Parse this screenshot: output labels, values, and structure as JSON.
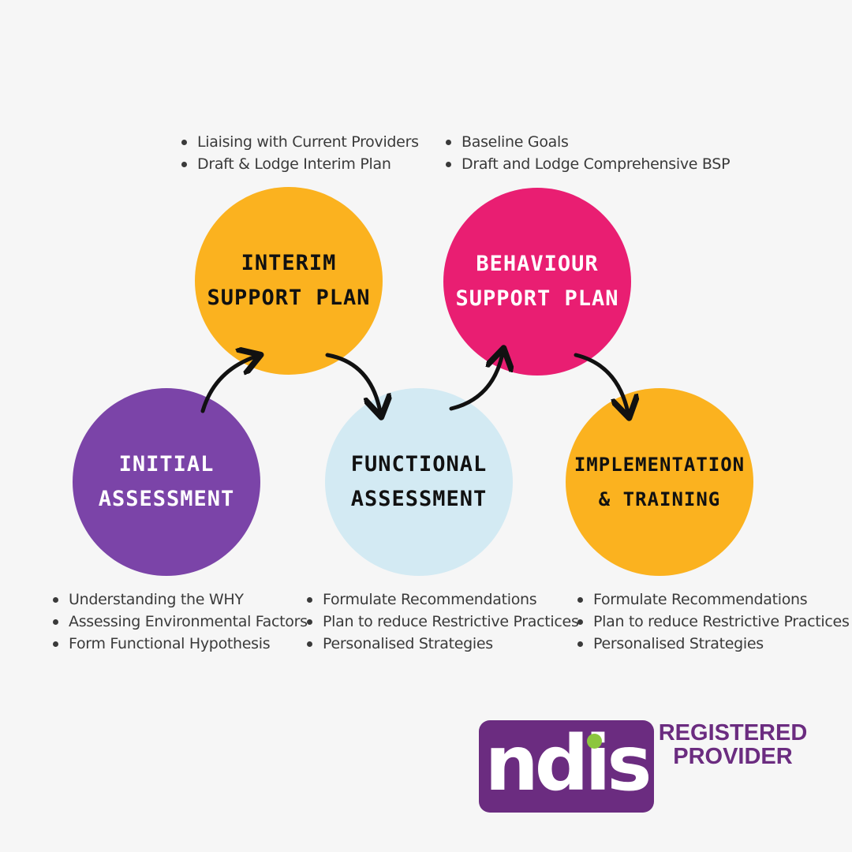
{
  "stages": [
    {
      "id": "interim",
      "title": [
        "INTERIM",
        "SUPPORT PLAN"
      ],
      "color": "#fbb21f",
      "text_color": "#111111",
      "bullets": [
        "Liaising with Current Providers",
        "Draft & Lodge Interim Plan"
      ]
    },
    {
      "id": "behaviour",
      "title": [
        "BEHAVIOUR",
        "SUPPORT PLAN"
      ],
      "color": "#e91e72",
      "text_color": "#ffffff",
      "bullets": [
        "Baseline Goals",
        "Draft and Lodge Comprehensive BSP"
      ]
    },
    {
      "id": "initial",
      "title": [
        "INITIAL",
        "ASSESSMENT"
      ],
      "color": "#7b44a8",
      "text_color": "#ffffff",
      "bullets": [
        "Understanding the WHY",
        "Assessing Environmental Factors",
        "Form Functional Hypothesis"
      ]
    },
    {
      "id": "functional",
      "title": [
        "FUNCTIONAL",
        "ASSESSMENT"
      ],
      "color": "#d3eaf3",
      "text_color": "#111111",
      "bullets": [
        "Formulate Recommendations",
        "Plan to reduce Restrictive Practices",
        "Personalised Strategies"
      ]
    },
    {
      "id": "implementation",
      "title": [
        "IMPLEMENTATION",
        "& TRAINING"
      ],
      "color": "#fbb21f",
      "text_color": "#111111",
      "bullets": [
        "Formulate Recommendations",
        "Plan to reduce Restrictive Practices",
        "Personalised Strategies"
      ]
    }
  ],
  "logo": {
    "word": "ndis",
    "tagline": [
      "REGISTERED",
      "PROVIDER"
    ],
    "brand_color": "#6b2c80",
    "dot_color": "#8cc63f"
  },
  "colors": {
    "background": "#f6f6f6",
    "text": "#3a3a3a",
    "arrow": "#111111"
  }
}
